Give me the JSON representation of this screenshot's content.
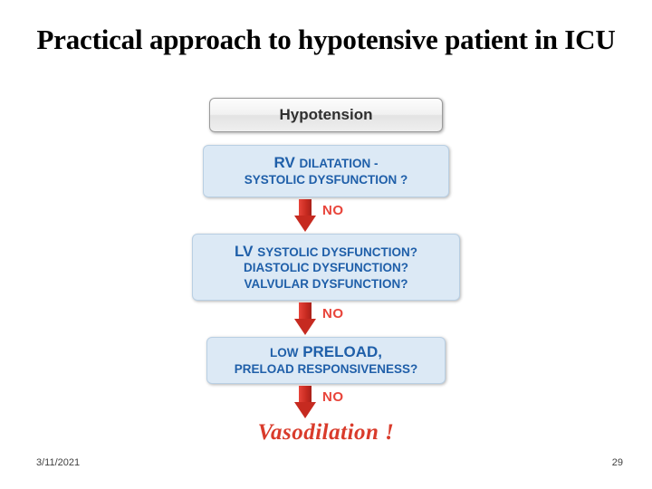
{
  "slide": {
    "title": "Practical approach to hypotensive patient in ICU",
    "date": "3/11/2021",
    "page_number": "29"
  },
  "colors": {
    "blue_box_fill": "#dce9f5",
    "blue_text": "#1f5fa9",
    "arrow_red": "#c62a20",
    "no_red": "#e8443a",
    "vasodilation_red": "#d93b2b",
    "grey_box_border": "#9a9a9a"
  },
  "flow": {
    "nodes": [
      {
        "id": "hypotension",
        "label": "Hypotension"
      },
      {
        "id": "rv",
        "line1_strong": "RV",
        "line1_rest": "DILATATION -",
        "line2": "SYSTOLIC DYSFUNCTION ?"
      },
      {
        "id": "lv",
        "line1_strong": "LV",
        "line1_rest": "SYSTOLIC DYSFUNCTION?",
        "line2": "DIASTOLIC DYSFUNCTION?",
        "line3": "VALVULAR DYSFUNCTION?"
      },
      {
        "id": "preload",
        "line1_small": "LOW",
        "line1_strong": "PRELOAD,",
        "line2": "PRELOAD RESPONSIVENESS?"
      },
      {
        "id": "vasodilation",
        "label": "Vasodilation !"
      }
    ],
    "connectors": [
      {
        "id": "arrow-rv-to-lv",
        "label": "NO"
      },
      {
        "id": "arrow-lv-to-preload",
        "label": "NO"
      },
      {
        "id": "arrow-preload-to-vaso",
        "label": "NO"
      }
    ]
  }
}
